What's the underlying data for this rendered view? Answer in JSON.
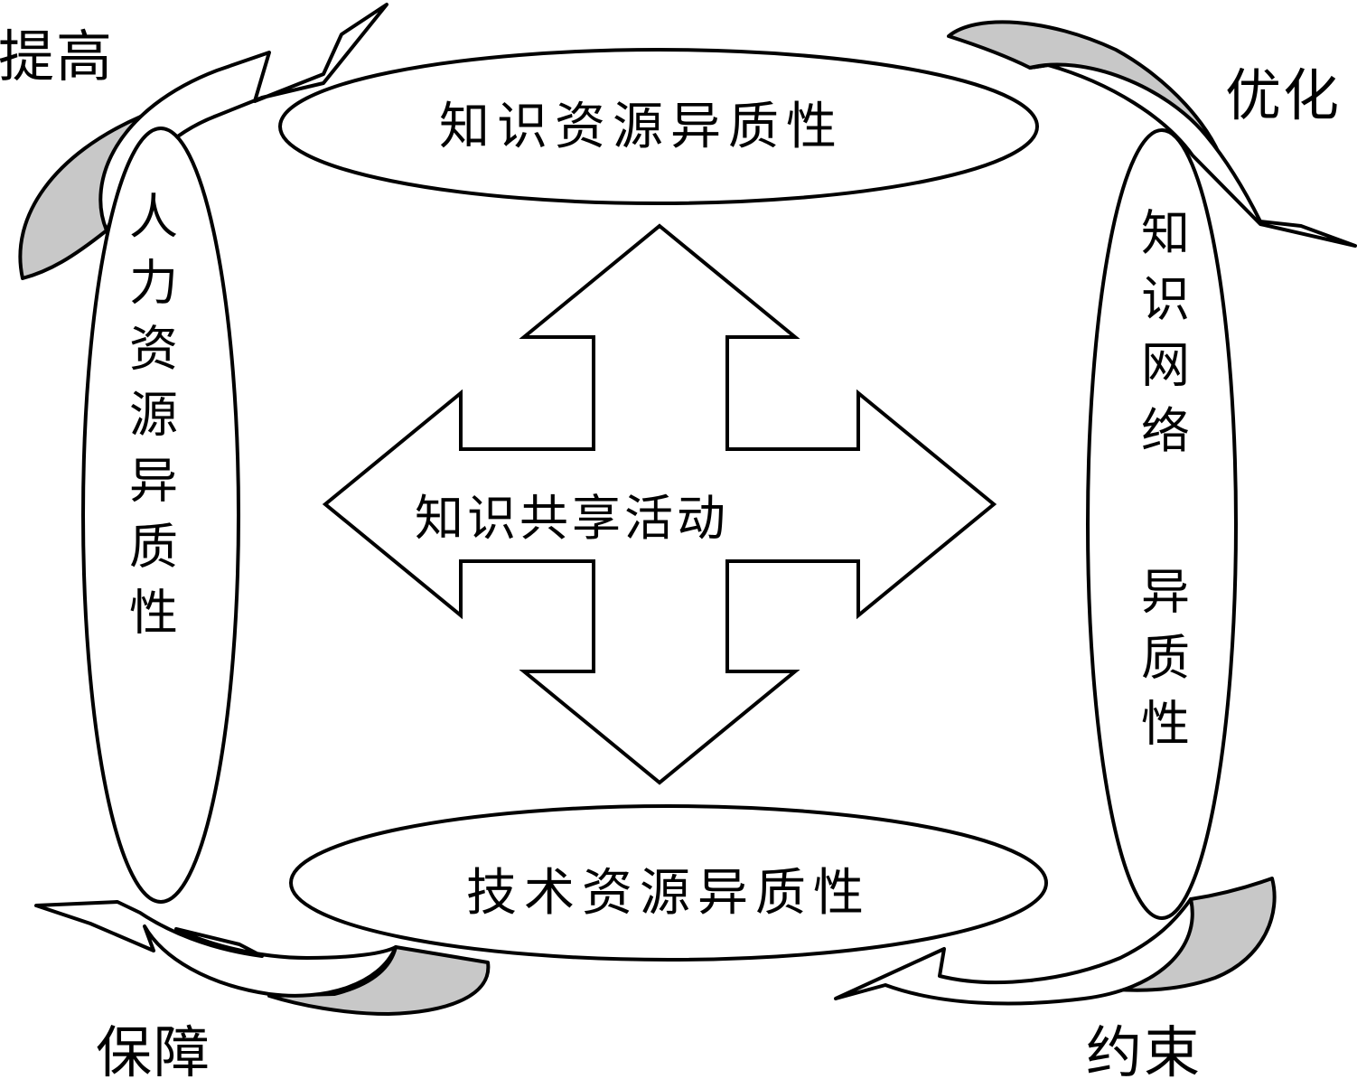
{
  "ellipses": {
    "top": "知识资源异质性",
    "bottom": "技术资源异质性",
    "left": "人力资源异质性",
    "right_part1": "知识网络",
    "right_part2": "异质性"
  },
  "center": {
    "label": "知识共享活动"
  },
  "corners": {
    "top_left": "提高",
    "top_right": "优化",
    "bottom_left": "保障",
    "bottom_right": "约束"
  },
  "colors": {
    "stroke": "#000000",
    "fill": "#ffffff",
    "arrow_shade": "#c8c8c8"
  }
}
